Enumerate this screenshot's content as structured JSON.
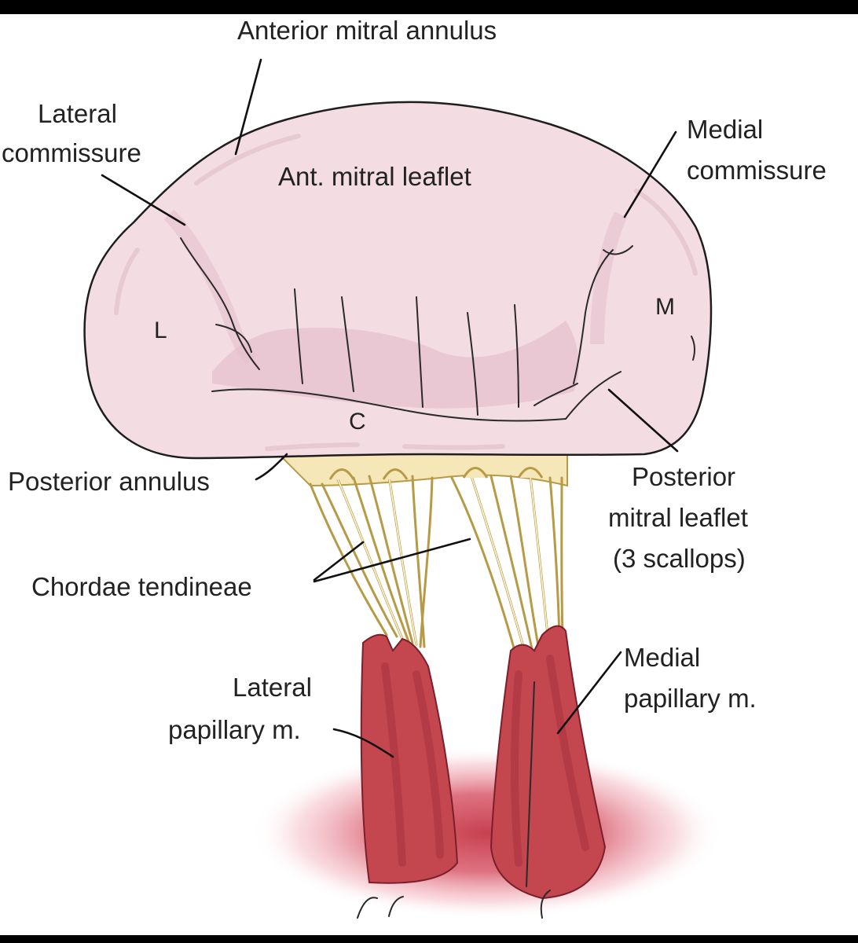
{
  "labels": {
    "anterior_mitral_annulus": "Anterior mitral annulus",
    "lateral_commissure_1": "Lateral",
    "lateral_commissure_2": "commissure",
    "medial_commissure_1": "Medial",
    "medial_commissure_2": "commissure",
    "ant_mitral_leaflet": "Ant. mitral leaflet",
    "scallop_l": "L",
    "scallop_m": "M",
    "scallop_c": "C",
    "posterior_annulus": "Posterior annulus",
    "posterior_leaflet_1": "Posterior",
    "posterior_leaflet_2": "mitral leaflet",
    "posterior_leaflet_3": "(3 scallops)",
    "chordae_tendineae": "Chordae tendineae",
    "lateral_papillary_1": "Lateral",
    "lateral_papillary_2": "papillary m.",
    "medial_papillary_1": "Medial",
    "medial_papillary_2": "papillary m."
  },
  "colors": {
    "background": "#000000",
    "canvas": "#ffffff",
    "leaflet": "#f3dde2",
    "leaflet_shadow": "#e6bfcd",
    "chordae": "#f6e7b8",
    "chordae_outline": "#b79a46",
    "muscle": "#c4464f",
    "muscle_dark": "#9f2c38",
    "base_glow": "#d8596a"
  }
}
